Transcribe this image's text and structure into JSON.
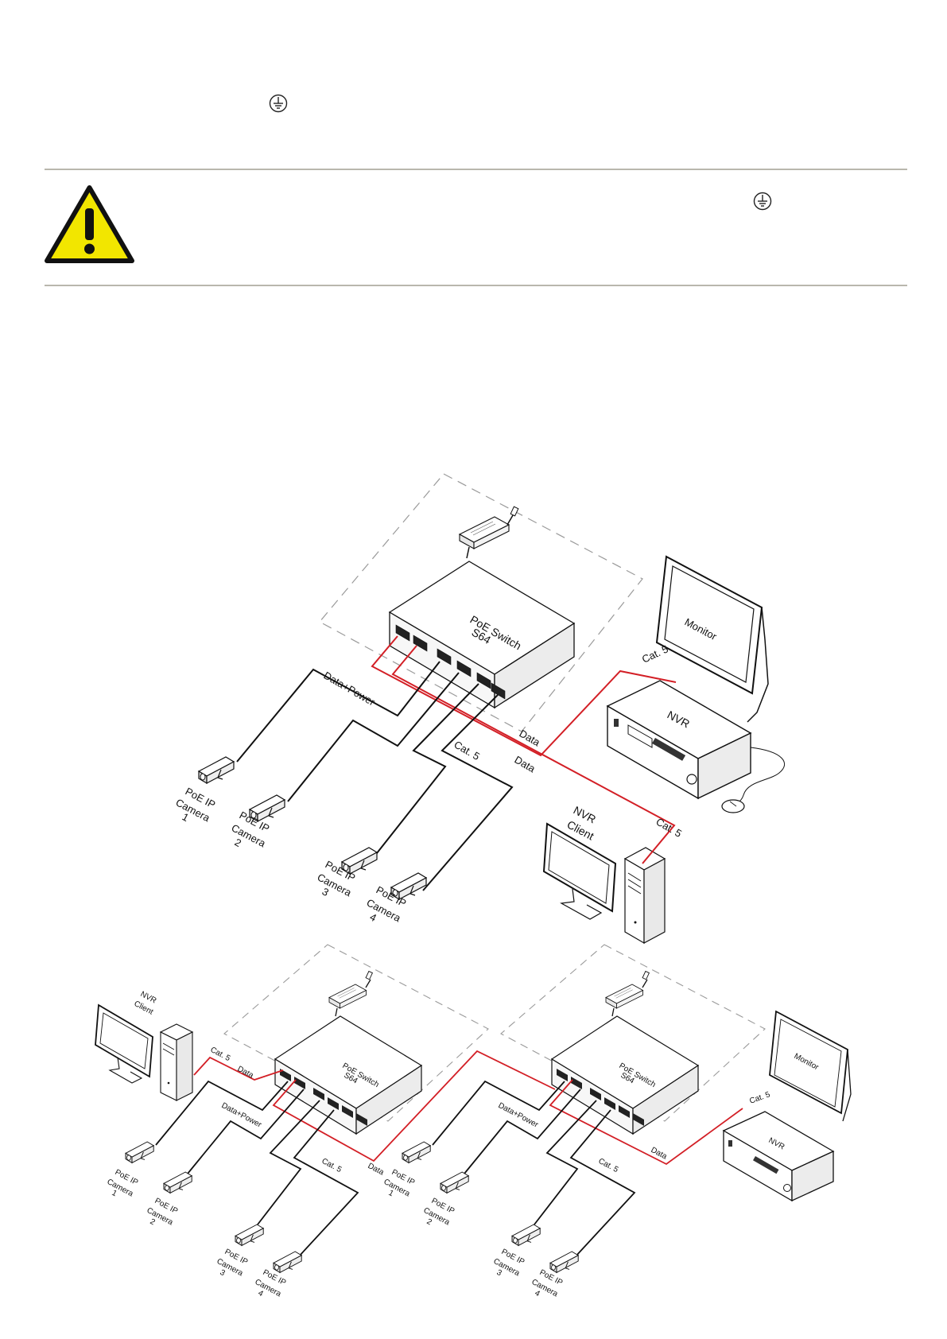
{
  "caution": {
    "icon": "warning-triangle-icon",
    "ground_symbol": "protective-earth-icon"
  },
  "colors": {
    "rule": "#b9b7ad",
    "warning_fill": "#f2e600",
    "red_cable": "#d31f26",
    "black_cable": "#111111",
    "dashed_zone": "#9a9a9a"
  },
  "diagram1": {
    "switch_name": "PoE Switch",
    "switch_model": "S64",
    "monitor": "Monitor",
    "nvr": "NVR",
    "client_line1": "NVR",
    "client_line2": "Client",
    "cable_data_power": "Data+Power",
    "cable_cat5_a": "Cat. 5",
    "cable_cat5_b": "Cat. 5",
    "cable_cat5_c": "Cat. 5",
    "cable_data_a": "Data",
    "cable_data_b": "Data",
    "cameras": [
      {
        "l1": "PoE IP",
        "l2": "Camera",
        "l3": "1"
      },
      {
        "l1": "PoE IP",
        "l2": "Camera",
        "l3": "2"
      },
      {
        "l1": "PoE IP",
        "l2": "Camera",
        "l3": "3"
      },
      {
        "l1": "PoE IP",
        "l2": "Camera",
        "l3": "4"
      }
    ]
  },
  "diagram2": {
    "switch_name": "PoE Switch",
    "switch_model": "S64",
    "client_line1": "NVR",
    "client_line2": "Client",
    "cable_cat5_a": "Cat. 5",
    "cable_cat5_b": "Cat. 5",
    "cable_data_a": "Data",
    "cable_data_b": "Data",
    "cable_data_power": "Data+Power",
    "cameras": [
      {
        "l1": "PoE IP",
        "l2": "Camera",
        "l3": "1"
      },
      {
        "l1": "PoE IP",
        "l2": "Camera",
        "l3": "2"
      },
      {
        "l1": "PoE IP",
        "l2": "Camera",
        "l3": "3"
      },
      {
        "l1": "PoE IP",
        "l2": "Camera",
        "l3": "4"
      }
    ]
  },
  "diagram3": {
    "switch_name": "PoE Switch",
    "switch_model": "S64",
    "monitor": "Monitor",
    "nvr": "NVR",
    "cable_cat5_a": "Cat. 5",
    "cable_cat5_b": "Cat. 5",
    "cable_data_a": "Data",
    "cable_data_power": "Data+Power",
    "cameras": [
      {
        "l1": "PoE IP",
        "l2": "Camera",
        "l3": "1"
      },
      {
        "l1": "PoE IP",
        "l2": "Camera",
        "l3": "2"
      },
      {
        "l1": "PoE IP",
        "l2": "Camera",
        "l3": "3"
      },
      {
        "l1": "PoE IP",
        "l2": "Camera",
        "l3": "4"
      }
    ]
  }
}
